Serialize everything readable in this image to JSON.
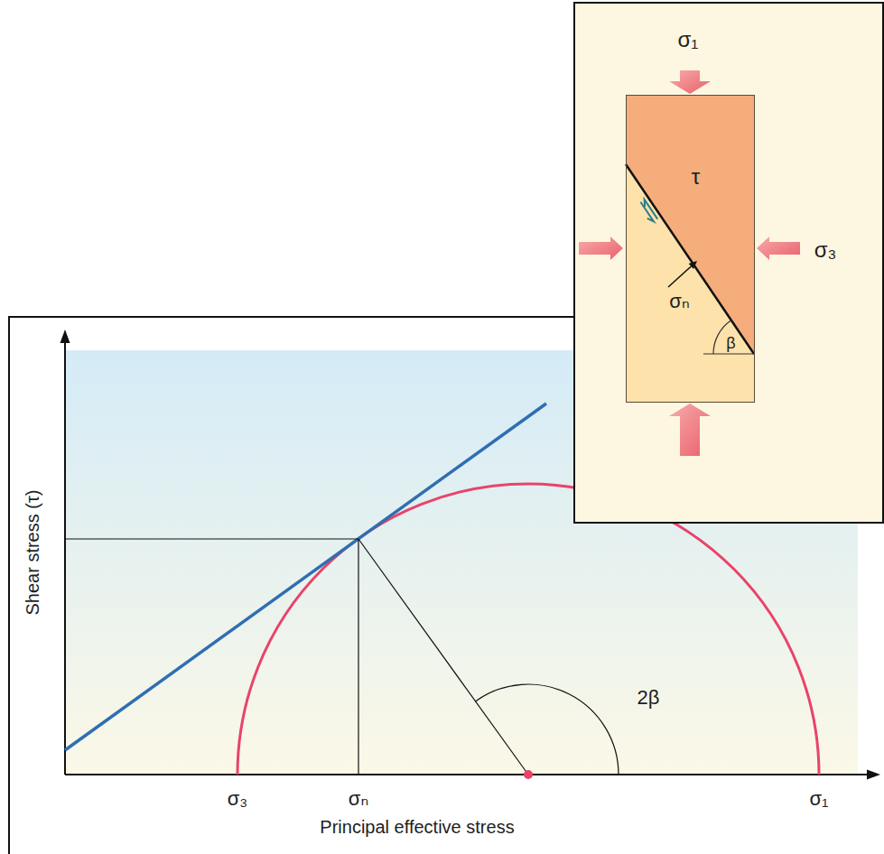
{
  "diagram": {
    "nodes": [
      {
        "text": [
          "σ₁",
          "σ₃"
        ]
      },
      {
        "text": [
          "τ",
          "σₙ",
          "β"
        ],
        "in": 0
      },
      {
        "text": [
          "Shear stress (τ)",
          "σ₃",
          "σₙ",
          "σ₁",
          "Principal effective stress",
          "2β"
        ]
      }
    ]
  }
}
